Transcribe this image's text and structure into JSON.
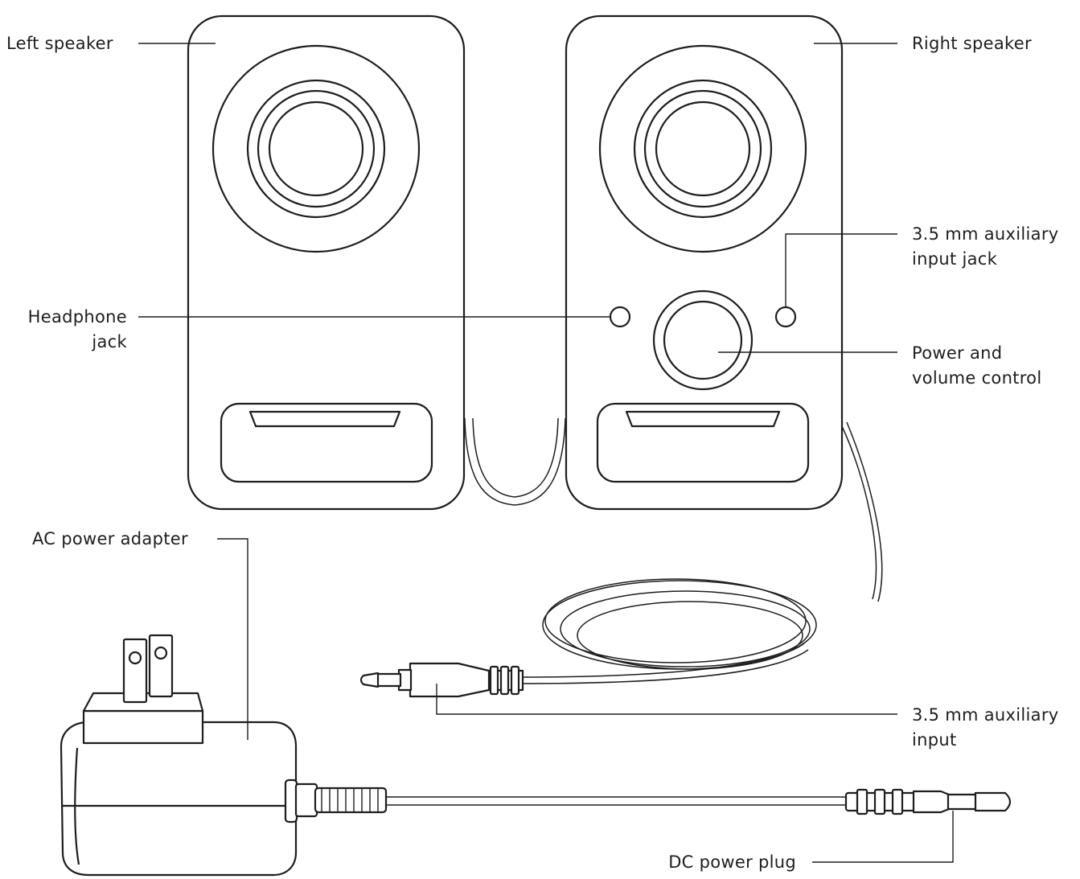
{
  "labels": {
    "left_speaker": "Left speaker",
    "right_speaker": "Right speaker",
    "aux_jack_line1": "3.5 mm auxiliary",
    "aux_jack_line2": "input jack",
    "headphone_line1": "Headphone",
    "headphone_line2": "jack",
    "power_line1": "Power and",
    "power_line2": "volume control",
    "ac_adapter": "AC power adapter",
    "aux_input_line1": "3.5 mm auxiliary",
    "aux_input_line2": "input",
    "dc_plug": "DC power plug"
  },
  "colors": {
    "ink": "#1e1e1e",
    "background": "#ffffff"
  }
}
